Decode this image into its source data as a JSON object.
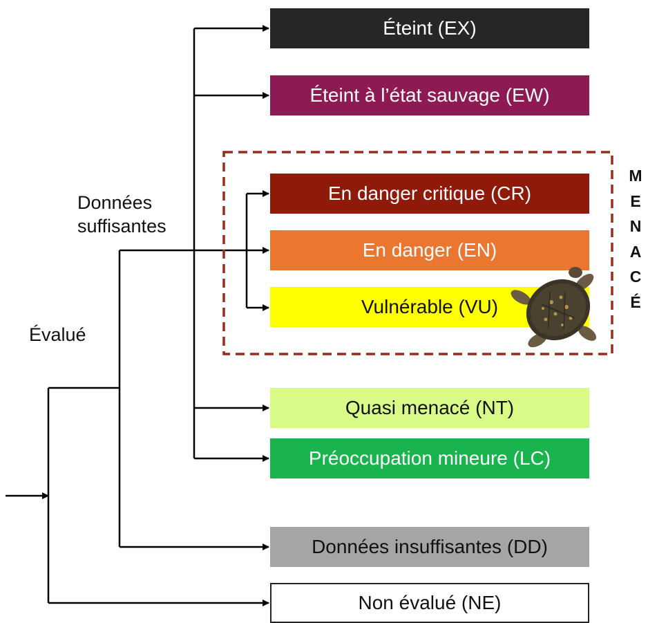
{
  "labels": {
    "evalue": "Évalué",
    "donnees_line1": "Données",
    "donnees_line2": "suffisantes"
  },
  "threatened_letters": [
    "M",
    "E",
    "N",
    "A",
    "C",
    "É"
  ],
  "categories": [
    {
      "key": "ex",
      "label": "Éteint (EX)",
      "bg": "#262626",
      "fg": "#ffffff"
    },
    {
      "key": "ew",
      "label": "Éteint à l’état sauvage (EW)",
      "bg": "#8e1a54",
      "fg": "#ffffff"
    },
    {
      "key": "cr",
      "label": "En danger critique (CR)",
      "bg": "#8f1a09",
      "fg": "#ffffff"
    },
    {
      "key": "en",
      "label": "En danger (EN)",
      "bg": "#ea7630",
      "fg": "#ffffff"
    },
    {
      "key": "vu",
      "label": "Vulnérable (VU)",
      "bg": "#ffff00",
      "fg": "#111111"
    },
    {
      "key": "nt",
      "label": "Quasi menacé (NT)",
      "bg": "#d7fb86",
      "fg": "#111111"
    },
    {
      "key": "lc",
      "label": "Préoccupation mineure (LC)",
      "bg": "#19b44d",
      "fg": "#ffffff"
    },
    {
      "key": "dd",
      "label": "Données insuffisantes (DD)",
      "bg": "#a5a5a5",
      "fg": "#111111"
    },
    {
      "key": "ne",
      "label": "Non évalué (NE)",
      "bg": "#ffffff",
      "fg": "#111111"
    }
  ],
  "colors": {
    "line": "#000000",
    "threat_box": "#9b2a1c"
  },
  "icons": [
    "turtle-icon"
  ]
}
